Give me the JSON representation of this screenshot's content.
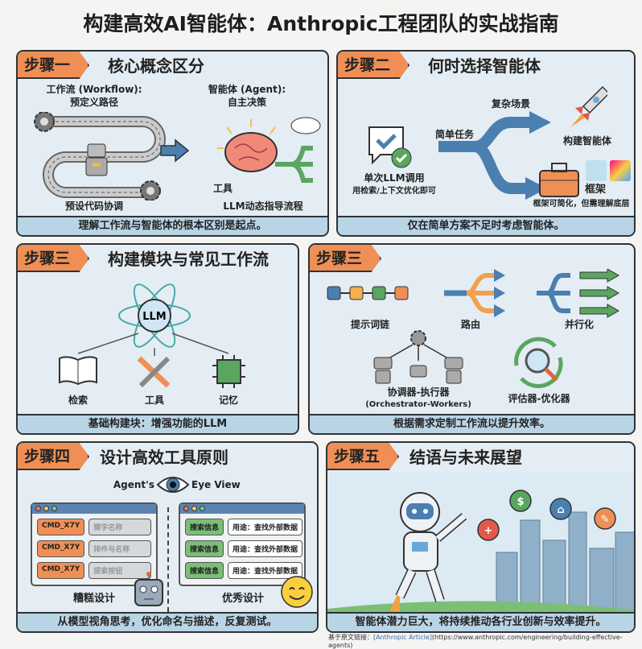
{
  "title": "构建高效AI智能体：Anthropic工程团队的实战指南",
  "colors": {
    "tag": "#ef8f55",
    "panel": "#e4edf3",
    "caption": "#b9d4e5",
    "blue": "#4a7fb0",
    "green": "#5aa660",
    "orange": "#ef8f55"
  },
  "step1": {
    "tag": "步骤一",
    "title": "核心概念区分",
    "workflow": "工作流 (Workflow):",
    "workflow_sub": "预定义路径",
    "workflow_note": "预设代码协调",
    "agent": "智能体 (Agent):",
    "agent_sub": "自主决策",
    "tools": "工具",
    "agent_note": "LLM动态指导流程",
    "caption": "理解工作流与智能体的根本区别是起点。"
  },
  "step2": {
    "tag": "步骤二",
    "title": "何时选择智能体",
    "complex": "复杂场景",
    "simple": "简单任务",
    "single": "单次LLM调用",
    "single_sub": "用检索/上下文优化即可",
    "build": "构建智能体",
    "framework": "框架",
    "framework_sub": "框架可简化，但需理解底层",
    "caption": "仅在简单方案不足时考虑智能体。"
  },
  "step3a": {
    "tag": "步骤三",
    "title": "构建模块与常见工作流",
    "llm": "LLM",
    "retrieval": "检索",
    "tools": "工具",
    "memory": "记忆",
    "caption": "基础构建块：增强功能的LLM"
  },
  "step3b": {
    "tag": "步骤三",
    "chain": "提示词链",
    "routing": "路由",
    "parallel": "并行化",
    "orch": "协调器-执行器",
    "orch_en": "(Orchestrator-Workers)",
    "eval": "评估器-优化器",
    "caption": "根据需求定制工作流以提升效率。"
  },
  "step4": {
    "tag": "步骤四",
    "title": "设计高效工具原则",
    "eye_left": "Agent's",
    "eye_right": "Eye View",
    "bad": {
      "label": "糟糕设计",
      "rows": [
        {
          "cmd": "CMD_X7Y",
          "desc": "猜字名称"
        },
        {
          "cmd": "CMD_X7Y",
          "desc": "排件与名称"
        },
        {
          "cmd": "CMD_X7Y",
          "desc": "提索按钮"
        }
      ]
    },
    "good": {
      "label": "优秀设计",
      "rows": [
        {
          "cmd": "搜索信息",
          "desc": "用途：查找外部数据"
        },
        {
          "cmd": "搜索信息",
          "desc": "用途：查找外部数据"
        },
        {
          "cmd": "搜索信息",
          "desc": "用途：查找外部数据"
        }
      ]
    },
    "caption": "从模型视角思考，优化命名与描述，反复测试。"
  },
  "step5": {
    "tag": "步骤五",
    "title": "结语与未来展望",
    "caption": "智能体潜力巨大，将持续推动各行业创新与效率提升。"
  },
  "footer": {
    "prefix": "基于原文链接：",
    "link": "[Anthropic Article]",
    "url": "(https://www.anthropic.com/engineering/building-effective-agents)"
  }
}
